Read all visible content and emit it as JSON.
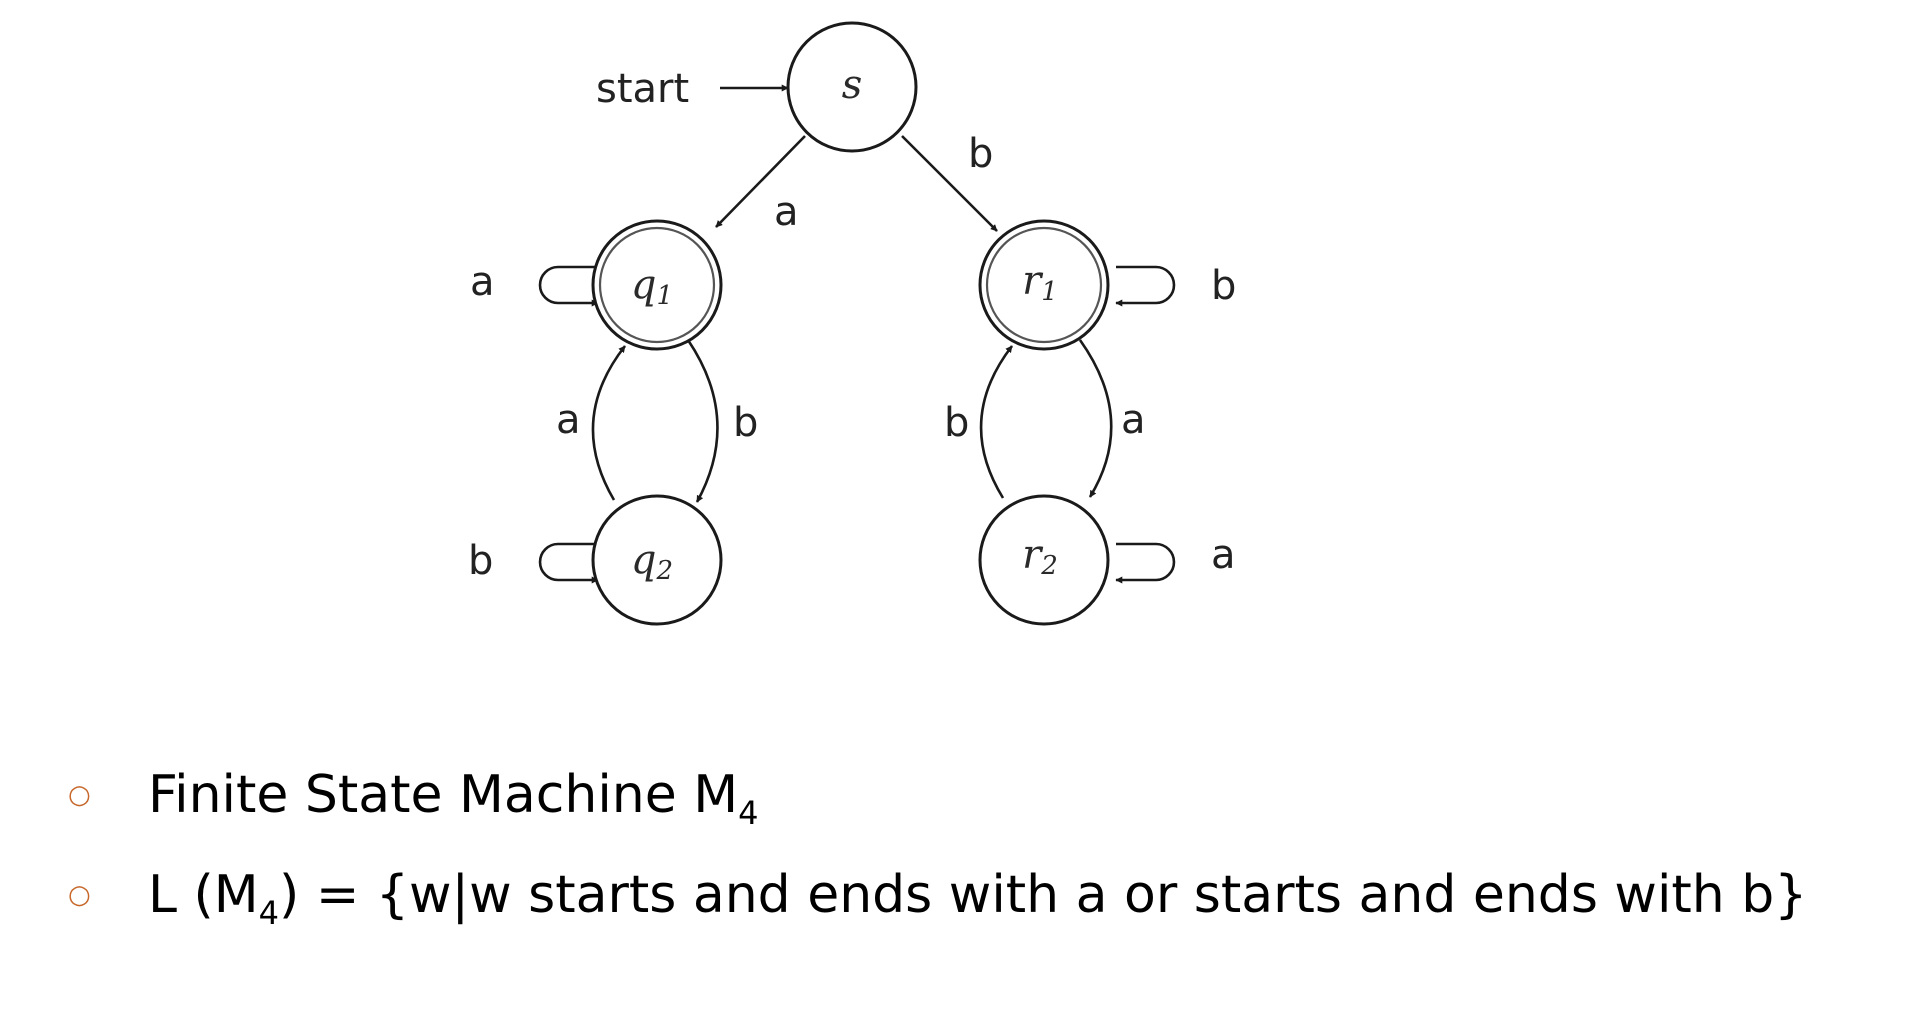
{
  "diagram": {
    "start_label": "start",
    "states": {
      "s": {
        "name": "s",
        "sub": ""
      },
      "q1": {
        "name": "q",
        "sub": "1"
      },
      "q2": {
        "name": "q",
        "sub": "2"
      },
      "r1": {
        "name": "r",
        "sub": "1"
      },
      "r2": {
        "name": "r",
        "sub": "2"
      }
    },
    "accepting_states": [
      "q1",
      "r1"
    ],
    "transitions": [
      {
        "from": "s",
        "to": "q1",
        "label": "a"
      },
      {
        "from": "s",
        "to": "r1",
        "label": "b"
      },
      {
        "from": "q1",
        "to": "q1",
        "label": "a"
      },
      {
        "from": "q1",
        "to": "q2",
        "label": "b"
      },
      {
        "from": "q2",
        "to": "q1",
        "label": "a"
      },
      {
        "from": "q2",
        "to": "q2",
        "label": "b"
      },
      {
        "from": "r1",
        "to": "r1",
        "label": "b"
      },
      {
        "from": "r1",
        "to": "r2",
        "label": "a"
      },
      {
        "from": "r2",
        "to": "r1",
        "label": "b"
      },
      {
        "from": "r2",
        "to": "r2",
        "label": "a"
      }
    ]
  },
  "bullets": {
    "item1": {
      "text": "Finite State Machine M",
      "sub": "4"
    },
    "item2": {
      "prefix": "L (M",
      "sub": "4",
      "suffix": ") = {w|w starts and ends with a or starts and ends with b}"
    }
  },
  "colors": {
    "bullet_marker": "#c7672a",
    "ink": "#1a1a1a"
  },
  "icons": {
    "bullet_marker": "hollow-circle"
  }
}
